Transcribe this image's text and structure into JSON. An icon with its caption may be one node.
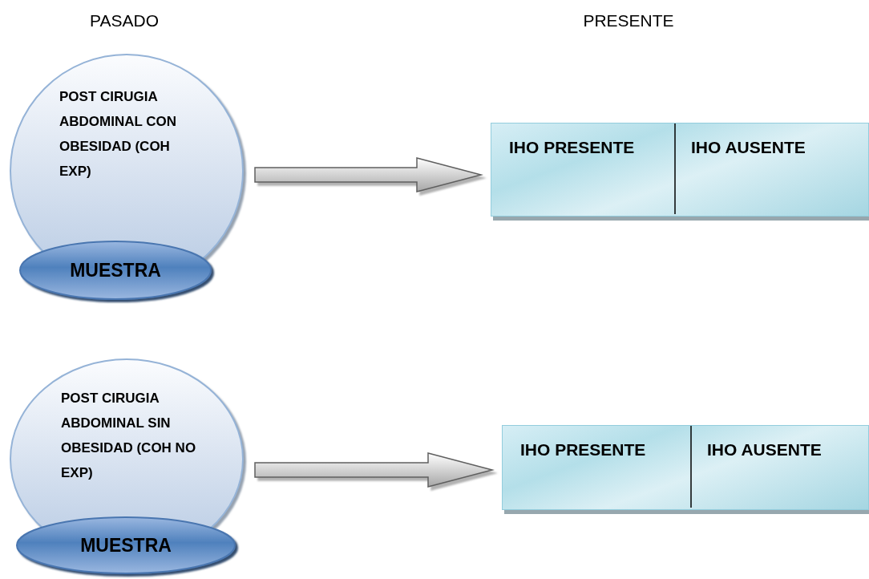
{
  "diagram": {
    "nodes": [
      {
        "text": [
          "POST CIRUGIA ABDOMINAL CON OBESIDAD (COH EXP)"
        ]
      },
      {
        "text": [
          "MUESTRA"
        ]
      },
      {
        "text": [
          "IHO PRESENTE",
          "IHO AUSENTE"
        ]
      },
      {
        "text": [
          "POST CIRUGIA ABDOMINAL SIN OBESIDAD (COH NO EXP)"
        ]
      },
      {
        "text": [
          "MUESTRA"
        ]
      },
      {
        "text": [
          "IHO PRESENTE",
          "IHO AUSENTE"
        ]
      }
    ],
    "edges": [
      {
        "from": 0,
        "to": 2,
        "arrow": "to"
      },
      {
        "from": 3,
        "to": 5,
        "arrow": "to"
      }
    ],
    "labels": [
      "PASADO",
      "PRESENTE"
    ]
  }
}
